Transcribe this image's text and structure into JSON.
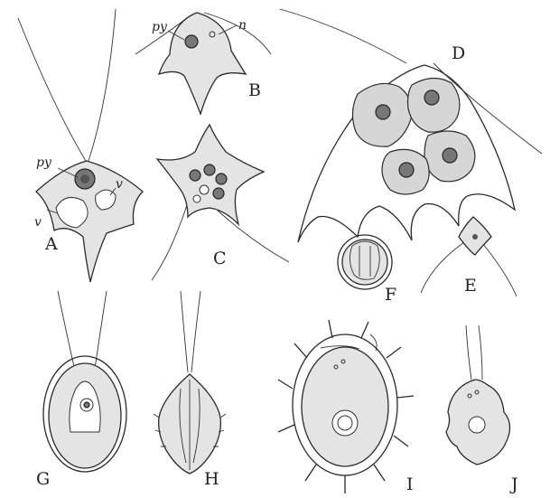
{
  "figure_labels": {
    "A": "A",
    "B": "B",
    "C": "C",
    "D": "D",
    "E": "E",
    "F": "F",
    "G": "G",
    "H": "H",
    "I": "I",
    "J": "J"
  },
  "annotations": {
    "py_a": "py",
    "v_a1": "v",
    "v_a2": "v",
    "py_b": "py",
    "n_b": "n"
  }
}
